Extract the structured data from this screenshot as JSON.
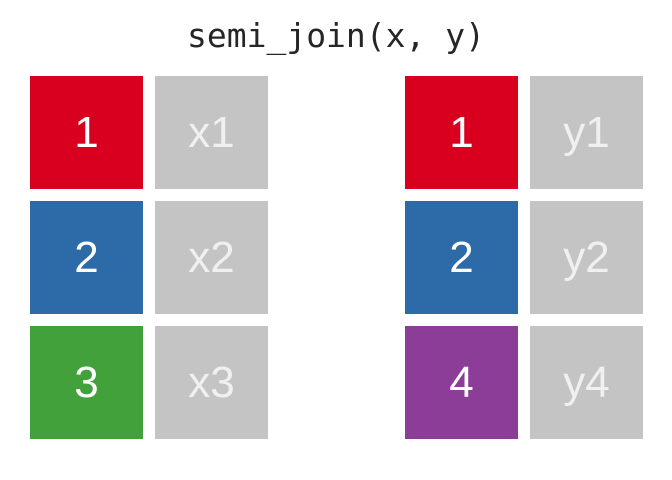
{
  "title": "semi_join(x, y)",
  "colors": {
    "background": "#FFFFFF",
    "title_text": "#262626",
    "key_text": "#FFFFFF",
    "value_text": "#F0F0F0",
    "value_bg": "#C4C4C4",
    "key_red": "#D8001E",
    "key_blue": "#2C6BA8",
    "key_green": "#43A13C",
    "key_purple": "#8B3D98"
  },
  "tables": {
    "x": {
      "rows": [
        {
          "key": "1",
          "value": "x1",
          "key_bg": "#D8001E",
          "key_color_name": "red"
        },
        {
          "key": "2",
          "value": "x2",
          "key_bg": "#2C6BA8",
          "key_color_name": "blue"
        },
        {
          "key": "3",
          "value": "x3",
          "key_bg": "#43A13C",
          "key_color_name": "green"
        }
      ]
    },
    "y": {
      "rows": [
        {
          "key": "1",
          "value": "y1",
          "key_bg": "#D8001E",
          "key_color_name": "red"
        },
        {
          "key": "2",
          "value": "y2",
          "key_bg": "#2C6BA8",
          "key_color_name": "blue"
        },
        {
          "key": "4",
          "value": "y4",
          "key_bg": "#8B3D98",
          "key_color_name": "purple"
        }
      ]
    }
  }
}
